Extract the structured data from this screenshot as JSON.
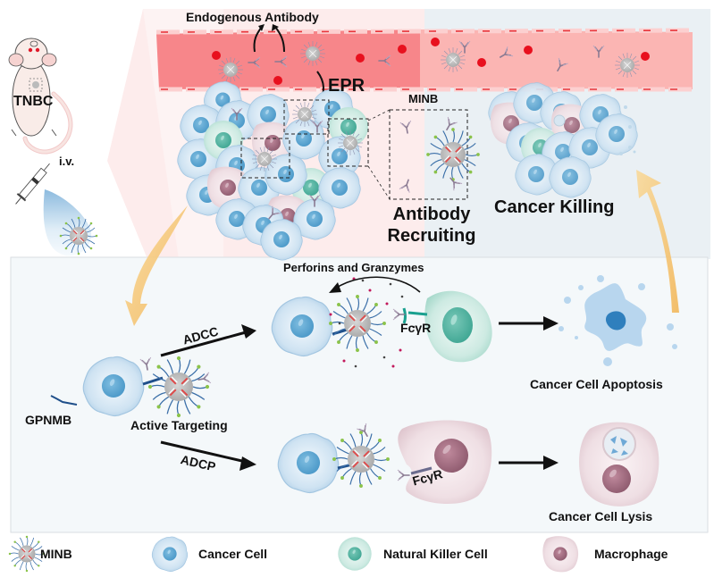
{
  "figure": {
    "top_panel": {
      "mouse_label": "TNBC",
      "injection_label": "i.v.",
      "vessel_label": "Endogenous Antibody",
      "epr_label": "EPR",
      "minb_label": "MINB",
      "antibody_recruiting_line1": "Antibody",
      "antibody_recruiting_line2": "Recruiting",
      "cancer_killing_label": "Cancer Killing"
    },
    "bottom_panel": {
      "perforins_label": "Perforins and Granzymes",
      "adcc_label": "ADCC",
      "adcp_label": "ADCP",
      "gpnmb_label": "GPNMB",
      "active_targeting_label": "Active Targeting",
      "fcgr_top_label": "FcγR",
      "fcgr_bottom_label": "FcγR",
      "apoptosis_label": "Cancer Cell Apoptosis",
      "lysis_label": "Cancer Cell Lysis"
    },
    "legend": [
      {
        "icon": "minb-nanoparticle-icon",
        "label": "MINB"
      },
      {
        "icon": "cancer-cell-icon",
        "label": "Cancer Cell"
      },
      {
        "icon": "natural-killer-cell-icon",
        "label": "Natural Killer Cell"
      },
      {
        "icon": "macrophage-icon",
        "label": "Macrophage"
      }
    ],
    "colors": {
      "vessel": "#f7868a",
      "vessel_right": "#fbb7b5",
      "rbc": "#e8101e",
      "cancer_cell": "#b7d6ec",
      "cancer_nucleus": "#5aa6d2",
      "nk_cell": "#bfe4da",
      "nk_nucleus": "#4fb5a3",
      "macrophage": "#ecd9de",
      "macrophage_nucleus": "#a06b80",
      "arrow_orange": "#f6c573",
      "panel_bg": "#f4f8fa",
      "pink_region": "#fdecec",
      "blue_region": "#e8eef3"
    }
  }
}
